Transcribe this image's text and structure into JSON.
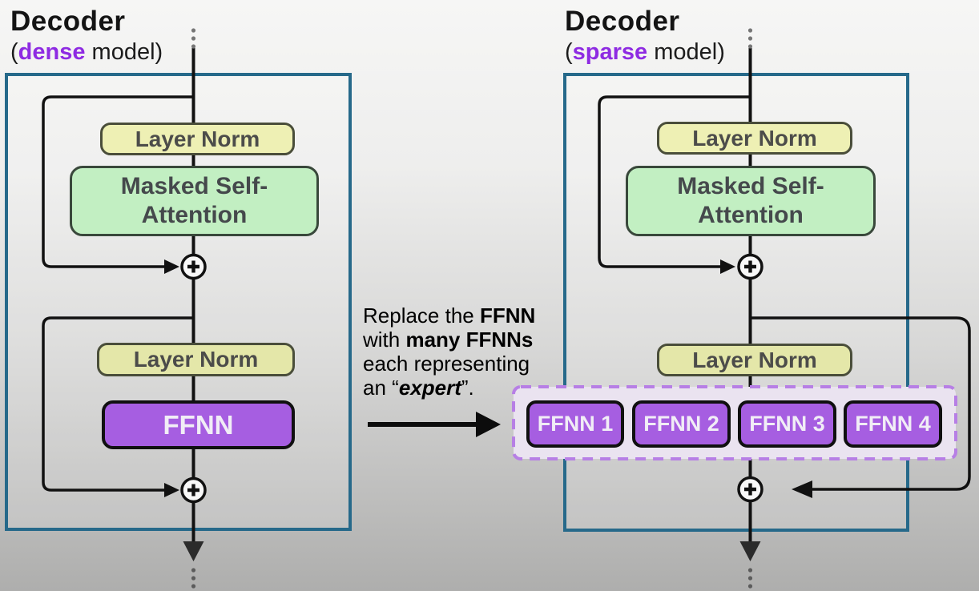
{
  "left_panel": {
    "title": "Decoder",
    "subtitle": {
      "open": "(",
      "highlight": "dense",
      "rest": " model)"
    },
    "layer_norm_top": "Layer Norm",
    "attention_line1": "Masked Self-",
    "attention_line2": "Attention",
    "layer_norm_bottom": "Layer Norm",
    "ffnn": "FFNN"
  },
  "caption": {
    "line1_a": "Replace the ",
    "line1_b": "FFNN",
    "line2_a": "with ",
    "line2_b": "many FFNNs",
    "line3": "each representing",
    "line4_a": "an “",
    "line4_b": "expert",
    "line4_c": "”."
  },
  "right_panel": {
    "title": "Decoder",
    "subtitle": {
      "open": "(",
      "highlight": "sparse",
      "rest": " model)"
    },
    "layer_norm_top": "Layer Norm",
    "attention_line1": "Masked Self-",
    "attention_line2": "Attention",
    "layer_norm_bottom": "Layer Norm",
    "experts": [
      "FFNN 1",
      "FFNN 2",
      "FFNN 3",
      "FFNN 4"
    ]
  },
  "icons": {
    "add": "+",
    "flow_continues": "⋮"
  },
  "colors": {
    "highlight_purple": "#8e2be2",
    "ffnn_purple": "#a65ee1",
    "frame_teal": "#26698a",
    "layer_norm_yellow": "#eef0b4",
    "layer_norm_yellow_lower": "#e4e7a9",
    "attention_green": "#c2efc2",
    "experts_dashed_border": "#b77fe5",
    "experts_group_fill": "#eae3f0",
    "line_black": "#111111"
  }
}
